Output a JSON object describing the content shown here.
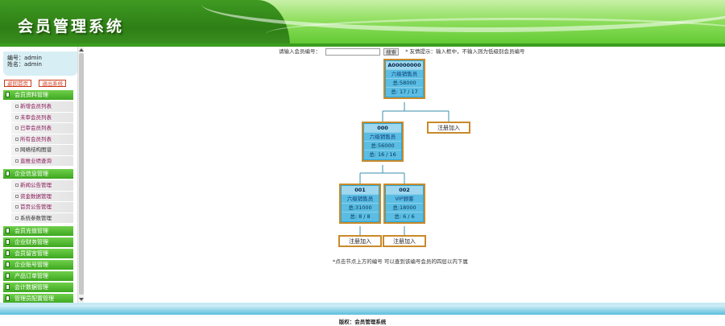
{
  "app": {
    "title": "会员管理系统"
  },
  "user": {
    "account_label": "编号：admin",
    "name_label": "姓名：admin"
  },
  "sidebar": {
    "buttons": [
      {
        "label": "返回首页"
      },
      {
        "label": "退出系统"
      }
    ],
    "groups": [
      {
        "title": "会员资料管理",
        "items": [
          {
            "label": "新增会员列表"
          },
          {
            "label": "未审会员列表"
          },
          {
            "label": "已审会员列表"
          },
          {
            "label": "所有会员列表"
          },
          {
            "label": "网络结构图谱"
          },
          {
            "label": "直推业绩查询"
          }
        ]
      },
      {
        "title": "企业信息管理",
        "items": [
          {
            "label": "新闻公告管理"
          },
          {
            "label": "资金数据管理"
          },
          {
            "label": "首页公告管理"
          },
          {
            "label": "系统参数管理"
          }
        ]
      },
      {
        "title": "会员充值管理"
      },
      {
        "title": "企业财务管理"
      },
      {
        "title": "会员留言管理"
      },
      {
        "title": "企业账号管理"
      },
      {
        "title": "产品订单管理"
      },
      {
        "title": "会计数据管理"
      },
      {
        "title": "管理员配置管理"
      }
    ]
  },
  "search": {
    "label": "请输入会员编号：",
    "value": "",
    "placeholder": "",
    "button_label": "搜索",
    "tip": "* 友情提示：输入框中，不输入则为低级别会员编号"
  },
  "tree": {
    "root": {
      "id": "A00000000",
      "name": "六级销售员",
      "total": "总:58000",
      "count": "总: 17 / 17"
    },
    "level1": {
      "id": "000",
      "name": "六级销售员",
      "total": "总:56000",
      "count": "总: 16 / 16"
    },
    "level2": [
      {
        "id": "001",
        "name": "六级销售员",
        "total": "总:31000",
        "count": "总: 8 / 8"
      },
      {
        "id": "002",
        "name": "VIP顾客",
        "total": "总:18000",
        "count": "总: 6 / 6"
      }
    ],
    "register_label": "注册加入"
  },
  "note": "*点击节点上方的编号 可以查到该编号会员的四层以内下属",
  "footer": {
    "copyright": "版权：会员管理系统"
  },
  "colors": {
    "header_green": "#5cc82e",
    "node_blue": "#5bbde3",
    "node_border": "#c98a2a",
    "menu_green": "#3ea720"
  }
}
